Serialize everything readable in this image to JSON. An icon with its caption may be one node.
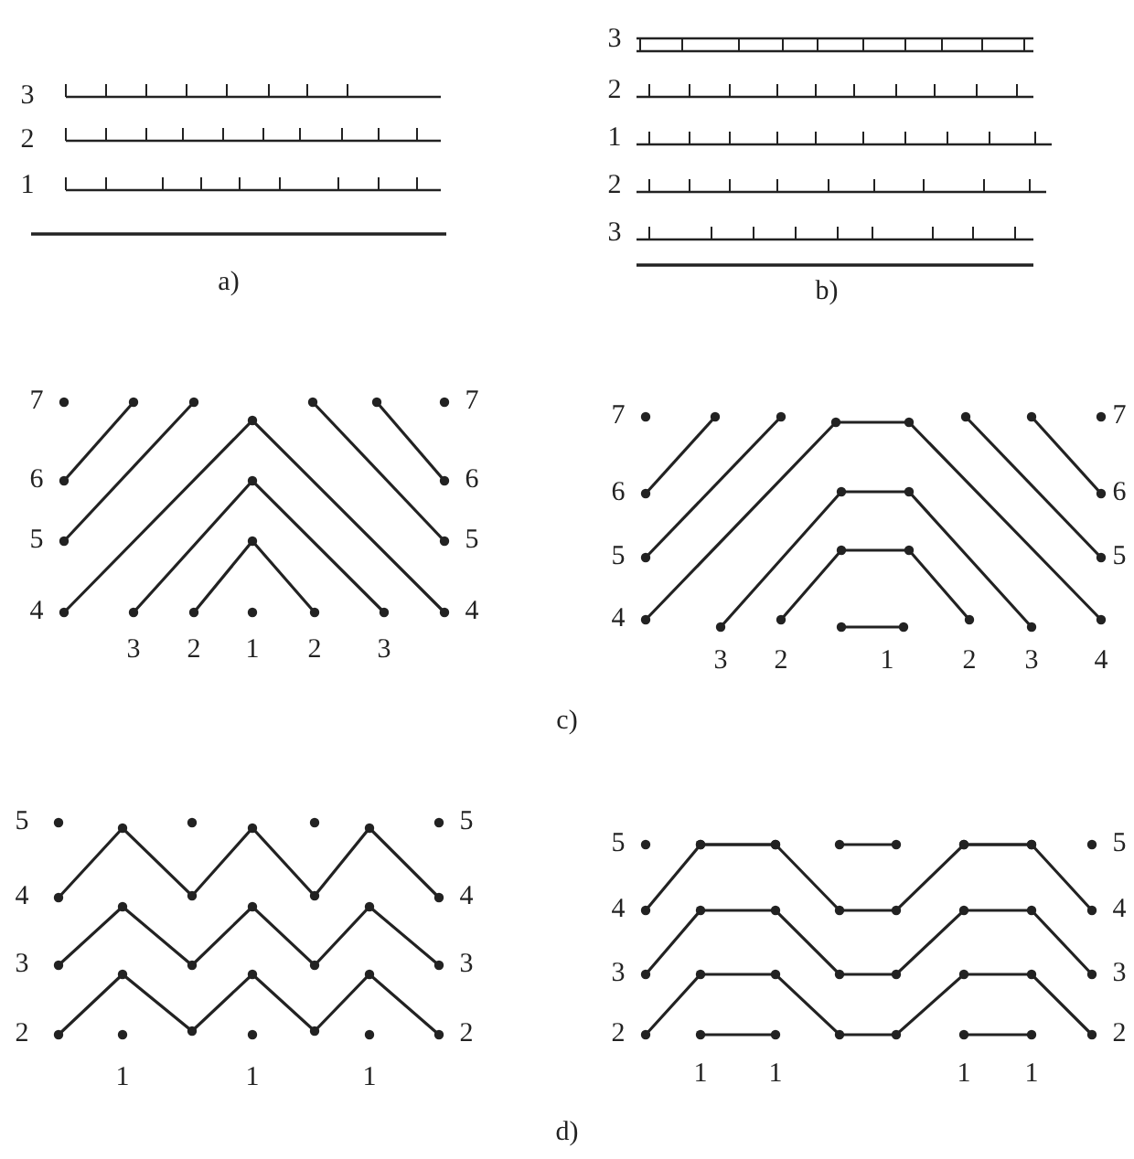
{
  "diagram": {
    "labels": [
      "3",
      "2",
      "1",
      "a)",
      "3",
      "2",
      "1",
      "2",
      "3",
      "b)",
      "7",
      "7",
      "6",
      "6",
      "5",
      "5",
      "4",
      "4",
      "3",
      "2",
      "1",
      "2",
      "3",
      "7",
      "7",
      "6",
      "6",
      "5",
      "5",
      "4",
      "3",
      "2",
      "1",
      "2",
      "3",
      "4",
      "c)",
      "5",
      "5",
      "4",
      "4",
      "3",
      "3",
      "2",
      "2",
      "1",
      "1",
      "1",
      "5",
      "5",
      "4",
      "4",
      "3",
      "3",
      "2",
      "2",
      "1",
      "1",
      "1",
      "1",
      "d)"
    ]
  }
}
